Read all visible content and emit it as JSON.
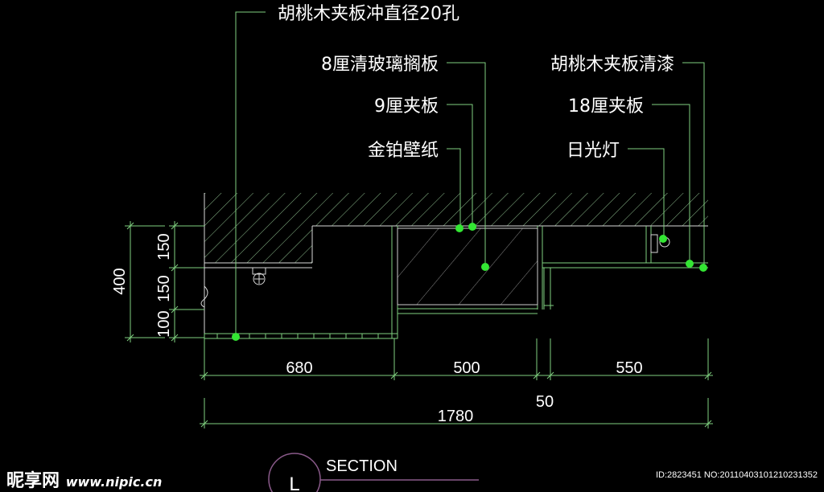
{
  "callouts": [
    {
      "id": "walnut-hole",
      "text": "胡桃木夹板冲直径20孔"
    },
    {
      "id": "glass-shelf",
      "text": "8厘清玻璃搁板"
    },
    {
      "id": "plywood-9",
      "text": "9厘夹板"
    },
    {
      "id": "gold-wallpaper",
      "text": "金铂壁纸"
    },
    {
      "id": "walnut-varnish",
      "text": "胡桃木夹板清漆"
    },
    {
      "id": "plywood-18",
      "text": "18厘夹板"
    },
    {
      "id": "fluorescent",
      "text": "日光灯"
    }
  ],
  "dimensions": {
    "horizontal": [
      "680",
      "500",
      "550",
      "50"
    ],
    "total": "1780",
    "vertical": [
      "150",
      "150",
      "100"
    ],
    "vertical_total": "400"
  },
  "section": {
    "letter": "L",
    "title": "SECTION"
  },
  "watermark": {
    "logo": "昵享网",
    "url": "www.nipic.cn",
    "id": "ID:2823451 NO:20110403101210231352"
  },
  "colors": {
    "line": "#7fd07f",
    "dot": "#33e633",
    "section_circle": "#8a5a8a"
  }
}
